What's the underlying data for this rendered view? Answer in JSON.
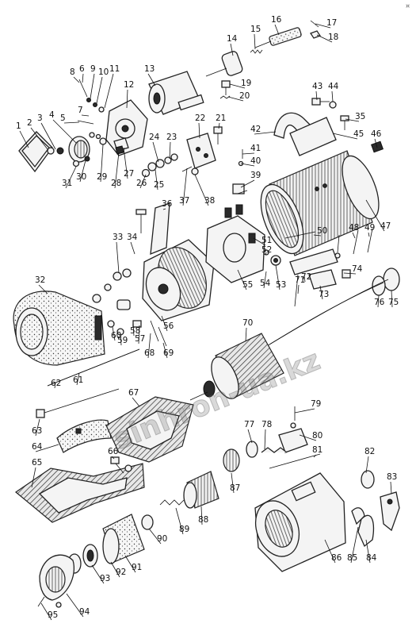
{
  "watermark": "sinhron-ua.kz",
  "corner_mark": "¤",
  "callouts": [
    "1",
    "2",
    "3",
    "4",
    "5",
    "6",
    "7",
    "8",
    "9",
    "10",
    "11",
    "12",
    "13",
    "14",
    "15",
    "16",
    "17",
    "18",
    "19",
    "20",
    "21",
    "22",
    "23",
    "24",
    "25",
    "26",
    "27",
    "28",
    "29",
    "30",
    "31",
    "32",
    "33",
    "34",
    "35",
    "36",
    "37",
    "38",
    "39",
    "40",
    "41",
    "42",
    "43",
    "44",
    "45",
    "46",
    "47",
    "48",
    "49",
    "50",
    "51",
    "52",
    "53",
    "54",
    "55",
    "56",
    "57",
    "58",
    "59",
    "60",
    "61",
    "62",
    "63",
    "64",
    "65",
    "66",
    "67",
    "68",
    "69",
    "70",
    "71",
    "72",
    "73",
    "74",
    "75",
    "76",
    "77",
    "78",
    "79",
    "80",
    "81",
    "82",
    "83",
    "84",
    "85",
    "86",
    "87",
    "88",
    "89",
    "90",
    "91",
    "92",
    "93",
    "94",
    "95"
  ]
}
